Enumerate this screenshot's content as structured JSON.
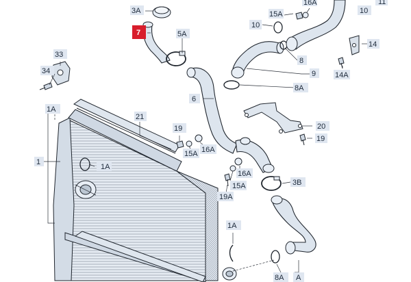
{
  "diagram": {
    "labels": {
      "3A": "3A",
      "16A_top": "16A",
      "11": "11",
      "10_top": "10",
      "15A_top": "15A",
      "10_mid": "10",
      "7": "7",
      "5A": "5A",
      "14": "14",
      "33": "33",
      "8": "8",
      "9": "9",
      "34": "34",
      "14A": "14A",
      "8A_top": "8A",
      "6": "6",
      "1A_left": "1A",
      "21": "21",
      "20": "20",
      "19_mid": "19",
      "19_right": "19",
      "16A_mid": "16A",
      "15A_mid": "15A",
      "1": "1",
      "1A_core": "1A",
      "16A_low": "16A",
      "3B": "3B",
      "15A_low": "15A",
      "19A": "19A",
      "1A_bottom": "1A",
      "8A_bottom": "8A",
      "A": "A"
    },
    "colors": {
      "highlight": "#d81d2c",
      "label_bg": "#dfe6f0",
      "line": "#20262e",
      "part_fill": "#dde5ee"
    }
  }
}
